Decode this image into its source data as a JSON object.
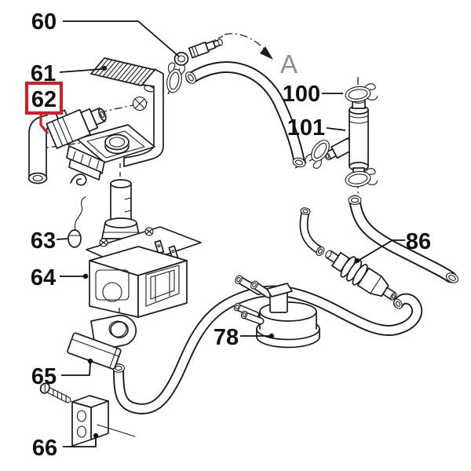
{
  "diagram": {
    "type": "exploded-parts-diagram",
    "description": "Exploded view of a pump, valve bracket, hoses, clamps and filter assembly",
    "background_color": "#ffffff",
    "line_color": "#1c1c1c",
    "label_color": "#111111",
    "highlight_color": "#c8232c",
    "view_reference": {
      "label": "A",
      "color": "#8d9093"
    },
    "parts": [
      {
        "number": "60",
        "highlighted": false
      },
      {
        "number": "61",
        "highlighted": false
      },
      {
        "number": "62",
        "highlighted": true
      },
      {
        "number": "63",
        "highlighted": false
      },
      {
        "number": "64",
        "highlighted": false
      },
      {
        "number": "65",
        "highlighted": false
      },
      {
        "number": "66",
        "highlighted": false
      },
      {
        "number": "78",
        "highlighted": false
      },
      {
        "number": "86",
        "highlighted": false
      },
      {
        "number": "100",
        "highlighted": false
      },
      {
        "number": "101",
        "highlighted": false
      }
    ]
  }
}
